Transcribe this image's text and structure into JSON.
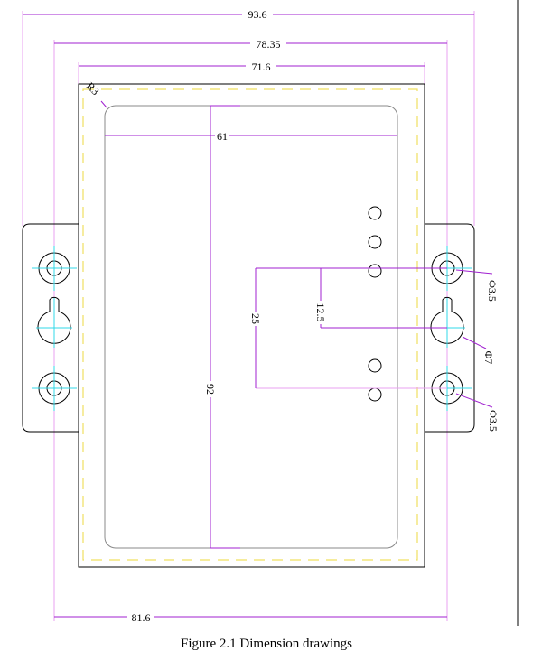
{
  "drawing": {
    "dimensions": {
      "overall_width": "93.6",
      "mount_hole_span": "78.35",
      "body_width": "71.6",
      "window_width": "61",
      "window_height": "92",
      "hole_pitch": "25",
      "keyhole_offset": "12.5",
      "hole_top_dia": "Φ3.5",
      "keyhole_dia": "Φ7",
      "hole_bottom_dia": "Φ3.5",
      "bottom_span": "81.6",
      "corner_radius": "R3"
    },
    "colors": {
      "dimension": "#a020d0",
      "centerline": "#30d8e8",
      "outline": "#000000"
    }
  },
  "caption": "Figure 2.1 Dimension drawings"
}
